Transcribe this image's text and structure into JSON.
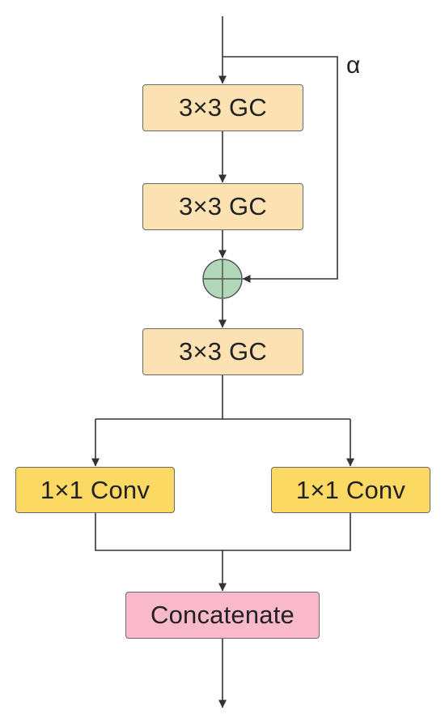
{
  "colors": {
    "gc_fill": "#fce2b2",
    "conv_fill": "#fbd962",
    "concat_fill": "#f9b9cb",
    "add_fill": "#b3d8b9",
    "line": "#333333",
    "border": "#6a6a6a"
  },
  "nodes": {
    "gc1": {
      "label": "3×3 GC"
    },
    "gc2": {
      "label": "3×3 GC"
    },
    "gc3": {
      "label": "3×3 GC"
    },
    "conv_left": {
      "label": "1×1 Conv"
    },
    "conv_right": {
      "label": "1×1 Conv"
    },
    "concat": {
      "label": "Concatenate"
    },
    "add": {
      "icon": "circle-plus-icon"
    }
  },
  "skip_label": "α"
}
